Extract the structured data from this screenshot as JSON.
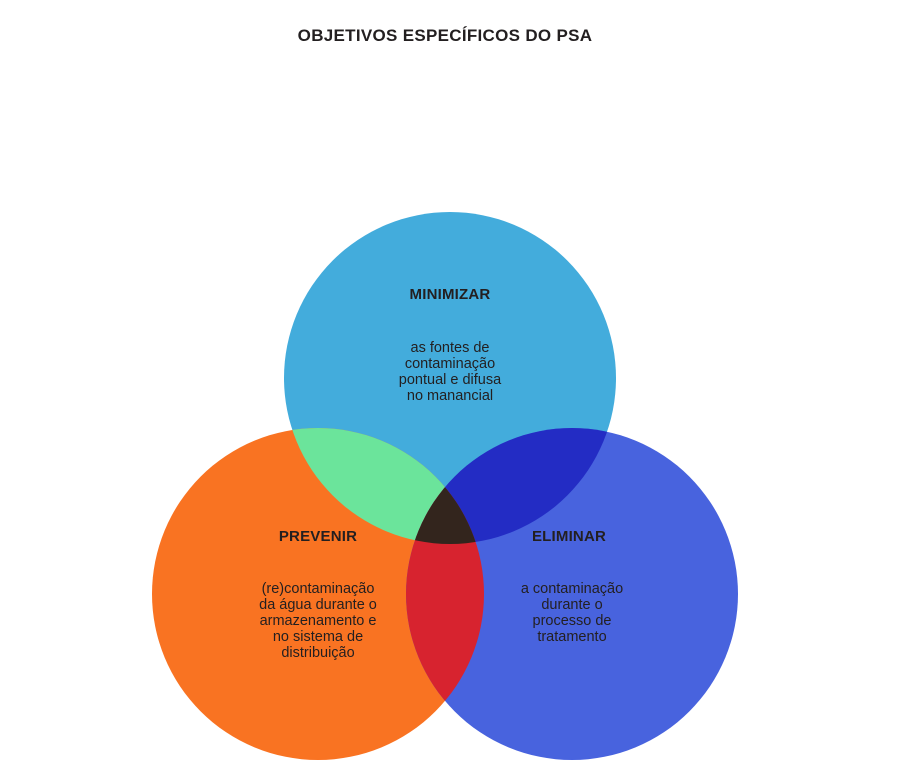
{
  "title": "OBJETIVOS ESPECÍFICOS DO PSA",
  "colors": {
    "top": "#43acdc",
    "left": "#f97322",
    "right": "#4863de",
    "top_left": "#6be49b",
    "top_right": "#232cc4",
    "left_right": "#d7232f",
    "center": "#33251d"
  },
  "circles": {
    "top": {
      "heading": "MINIMIZAR",
      "lines": [
        "as fontes de",
        "contaminação",
        "pontual e difusa",
        "no manancial"
      ]
    },
    "left": {
      "heading": "PREVENIR",
      "lines": [
        "(re)contaminação",
        "da água durante o",
        "armazenamento e",
        "no sistema de",
        "distribuição"
      ]
    },
    "right": {
      "heading": "ELIMINAR",
      "lines": [
        "a contaminação",
        "durante o",
        "processo de",
        "tratamento"
      ]
    }
  }
}
